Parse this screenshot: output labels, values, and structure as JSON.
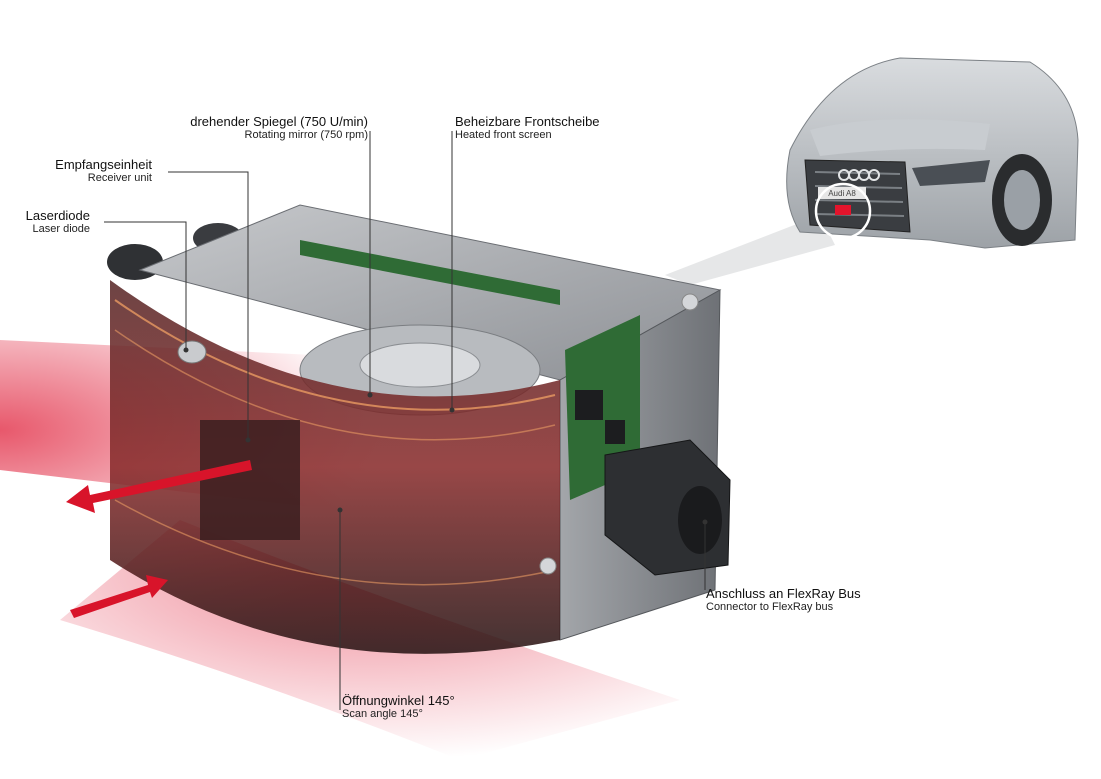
{
  "labels": {
    "rotating_mirror": {
      "de": "drehender Spiegel (750 U/min)",
      "en": "Rotating mirror (750 rpm)"
    },
    "front_screen": {
      "de": "Beheizbare Frontscheibe",
      "en": "Heated front screen"
    },
    "receiver": {
      "de": "Empfangseinheit",
      "en": "Receiver unit"
    },
    "laser": {
      "de": "Laserdiode",
      "en": "Laser diode"
    },
    "connector": {
      "de": "Anschluss an FlexRay Bus",
      "en": "Connector to FlexRay bus"
    },
    "scan_angle": {
      "de": "Öffnungwinkel 145°",
      "en": "Scan angle 145°"
    }
  },
  "car_badge": "Audi A8",
  "colors": {
    "laser_red": "#d8142a",
    "housing_grey": "#8f9296",
    "pcb_green": "#2f6b35",
    "leader_line": "#333333"
  }
}
